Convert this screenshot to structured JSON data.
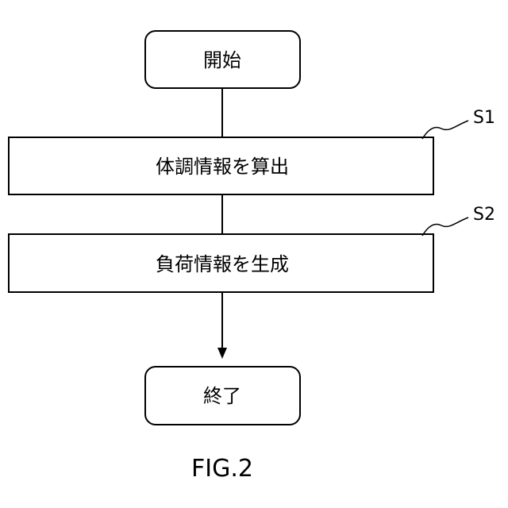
{
  "flowchart": {
    "start": {
      "label": "開始"
    },
    "steps": [
      {
        "id": "S1",
        "label": "体調情報を算出"
      },
      {
        "id": "S2",
        "label": "負荷情報を生成"
      }
    ],
    "end": {
      "label": "終了"
    }
  },
  "caption": "FIG.2"
}
